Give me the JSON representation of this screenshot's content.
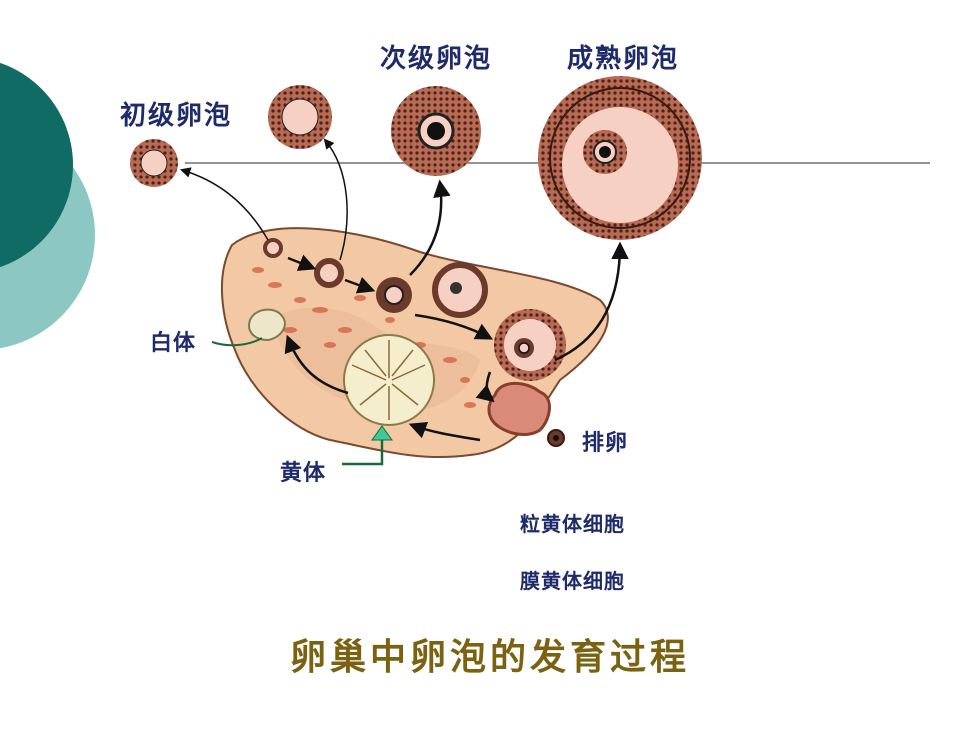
{
  "labels": {
    "primary_follicle": "初级卵泡",
    "secondary_follicle": "次级卵泡",
    "mature_follicle": "成熟卵泡",
    "corpus_albicans": "白体",
    "corpus_luteum": "黄体",
    "ovulation": "排卵",
    "granulosa_lutein_cells": "粒黄体细胞",
    "theca_lutein_cells": "膜黄体细胞"
  },
  "caption": "卵巢中卵泡的发育过程",
  "colors": {
    "slide_circle_dark": "#0f6b63",
    "slide_circle_light": "#8cc7c3",
    "label_text": "#1f2a6b",
    "caption_text": "#7a6210",
    "ovary_fill": "#f2c9a4",
    "follicle_ring": "#6b3a2a",
    "antrum_fill": "#f7d0c4",
    "pointer_green": "#1a6b3a"
  }
}
